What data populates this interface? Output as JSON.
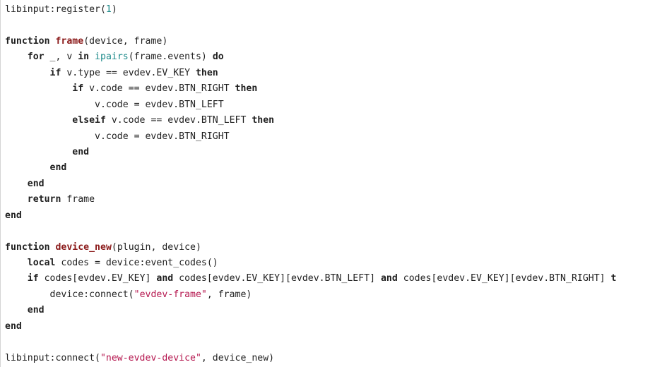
{
  "editor": {
    "language": "lua",
    "colors": {
      "background": "#ffffff",
      "text": "#1f1f1f",
      "function_name": "#8b1a1a",
      "number": "#1c8a8a",
      "builtin": "#1c8a8a",
      "string": "#b5174f"
    },
    "lines": [
      [
        {
          "t": "plain",
          "v": "libinput:register("
        },
        {
          "t": "num",
          "v": "1"
        },
        {
          "t": "plain",
          "v": ")"
        }
      ],
      [],
      [
        {
          "t": "kw",
          "v": "function"
        },
        {
          "t": "plain",
          "v": " "
        },
        {
          "t": "fn",
          "v": "frame"
        },
        {
          "t": "plain",
          "v": "(device, frame)"
        }
      ],
      [
        {
          "t": "plain",
          "v": "    "
        },
        {
          "t": "kw",
          "v": "for"
        },
        {
          "t": "plain",
          "v": " _, v "
        },
        {
          "t": "kw",
          "v": "in"
        },
        {
          "t": "plain",
          "v": " "
        },
        {
          "t": "builtin",
          "v": "ipairs"
        },
        {
          "t": "plain",
          "v": "(frame.events) "
        },
        {
          "t": "kw",
          "v": "do"
        }
      ],
      [
        {
          "t": "plain",
          "v": "        "
        },
        {
          "t": "kw",
          "v": "if"
        },
        {
          "t": "plain",
          "v": " v.type == evdev.EV_KEY "
        },
        {
          "t": "kw",
          "v": "then"
        }
      ],
      [
        {
          "t": "plain",
          "v": "            "
        },
        {
          "t": "kw",
          "v": "if"
        },
        {
          "t": "plain",
          "v": " v.code == evdev.BTN_RIGHT "
        },
        {
          "t": "kw",
          "v": "then"
        }
      ],
      [
        {
          "t": "plain",
          "v": "                v.code = evdev.BTN_LEFT"
        }
      ],
      [
        {
          "t": "plain",
          "v": "            "
        },
        {
          "t": "kw",
          "v": "elseif"
        },
        {
          "t": "plain",
          "v": " v.code == evdev.BTN_LEFT "
        },
        {
          "t": "kw",
          "v": "then"
        }
      ],
      [
        {
          "t": "plain",
          "v": "                v.code = evdev.BTN_RIGHT"
        }
      ],
      [
        {
          "t": "plain",
          "v": "            "
        },
        {
          "t": "kw",
          "v": "end"
        }
      ],
      [
        {
          "t": "plain",
          "v": "        "
        },
        {
          "t": "kw",
          "v": "end"
        }
      ],
      [
        {
          "t": "plain",
          "v": "    "
        },
        {
          "t": "kw",
          "v": "end"
        }
      ],
      [
        {
          "t": "plain",
          "v": "    "
        },
        {
          "t": "kw",
          "v": "return"
        },
        {
          "t": "plain",
          "v": " frame"
        }
      ],
      [
        {
          "t": "kw",
          "v": "end"
        }
      ],
      [],
      [
        {
          "t": "kw",
          "v": "function"
        },
        {
          "t": "plain",
          "v": " "
        },
        {
          "t": "fn",
          "v": "device_new"
        },
        {
          "t": "plain",
          "v": "(plugin, device)"
        }
      ],
      [
        {
          "t": "plain",
          "v": "    "
        },
        {
          "t": "kw",
          "v": "local"
        },
        {
          "t": "plain",
          "v": " codes = device:event_codes()"
        }
      ],
      [
        {
          "t": "plain",
          "v": "    "
        },
        {
          "t": "kw",
          "v": "if"
        },
        {
          "t": "plain",
          "v": " codes[evdev.EV_KEY] "
        },
        {
          "t": "kw",
          "v": "and"
        },
        {
          "t": "plain",
          "v": " codes[evdev.EV_KEY][evdev.BTN_LEFT] "
        },
        {
          "t": "kw",
          "v": "and"
        },
        {
          "t": "plain",
          "v": " codes[evdev.EV_KEY][evdev.BTN_RIGHT] "
        },
        {
          "t": "kw",
          "v": "t"
        }
      ],
      [
        {
          "t": "plain",
          "v": "        device:connect("
        },
        {
          "t": "str",
          "v": "\"evdev-frame\""
        },
        {
          "t": "plain",
          "v": ", frame)"
        }
      ],
      [
        {
          "t": "plain",
          "v": "    "
        },
        {
          "t": "kw",
          "v": "end"
        }
      ],
      [
        {
          "t": "kw",
          "v": "end"
        }
      ],
      [],
      [
        {
          "t": "plain",
          "v": "libinput:connect("
        },
        {
          "t": "str",
          "v": "\"new-evdev-device\""
        },
        {
          "t": "plain",
          "v": ", device_new)"
        }
      ]
    ]
  }
}
